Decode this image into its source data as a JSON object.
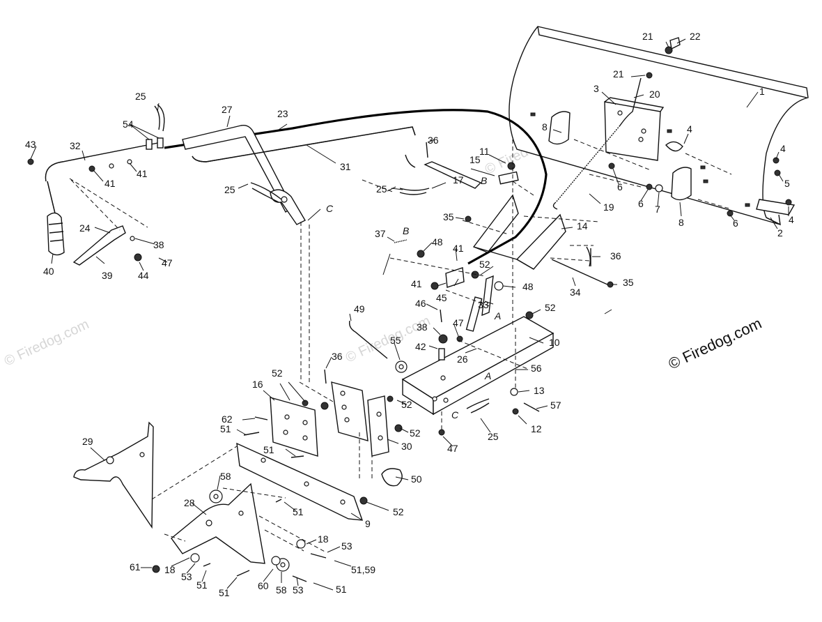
{
  "watermarks": [
    "© Firedog.com",
    "© Firedog.com",
    "© Firedog.com"
  ],
  "copyright": "© Firedog.com",
  "part_labels": [
    {
      "text": "1"
    },
    {
      "text": "2"
    },
    {
      "text": "3"
    },
    {
      "text": "4"
    },
    {
      "text": "4"
    },
    {
      "text": "4"
    },
    {
      "text": "5"
    },
    {
      "text": "6"
    },
    {
      "text": "6"
    },
    {
      "text": "6"
    },
    {
      "text": "7"
    },
    {
      "text": "8"
    },
    {
      "text": "8"
    },
    {
      "text": "9"
    },
    {
      "text": "10"
    },
    {
      "text": "11"
    },
    {
      "text": "12"
    },
    {
      "text": "13"
    },
    {
      "text": "14"
    },
    {
      "text": "15"
    },
    {
      "text": "16"
    },
    {
      "text": "17"
    },
    {
      "text": "18"
    },
    {
      "text": "18"
    },
    {
      "text": "19"
    },
    {
      "text": "20"
    },
    {
      "text": "21"
    },
    {
      "text": "21"
    },
    {
      "text": "22"
    },
    {
      "text": "23"
    },
    {
      "text": "24"
    },
    {
      "text": "25"
    },
    {
      "text": "25"
    },
    {
      "text": "25"
    },
    {
      "text": "25"
    },
    {
      "text": "26"
    },
    {
      "text": "27"
    },
    {
      "text": "28"
    },
    {
      "text": "29"
    },
    {
      "text": "30"
    },
    {
      "text": "31"
    },
    {
      "text": "32"
    },
    {
      "text": "33"
    },
    {
      "text": "34"
    },
    {
      "text": "35"
    },
    {
      "text": "35"
    },
    {
      "text": "36"
    },
    {
      "text": "36"
    },
    {
      "text": "36"
    },
    {
      "text": "37"
    },
    {
      "text": "38"
    },
    {
      "text": "38"
    },
    {
      "text": "39"
    },
    {
      "text": "40"
    },
    {
      "text": "41"
    },
    {
      "text": "41"
    },
    {
      "text": "41"
    },
    {
      "text": "41"
    },
    {
      "text": "42"
    },
    {
      "text": "43"
    },
    {
      "text": "44"
    },
    {
      "text": "45"
    },
    {
      "text": "46"
    },
    {
      "text": "47"
    },
    {
      "text": "47"
    },
    {
      "text": "47"
    },
    {
      "text": "48"
    },
    {
      "text": "48"
    },
    {
      "text": "49"
    },
    {
      "text": "50"
    },
    {
      "text": "51"
    },
    {
      "text": "51"
    },
    {
      "text": "51"
    },
    {
      "text": "51"
    },
    {
      "text": "51"
    },
    {
      "text": "51"
    },
    {
      "text": "51,59"
    },
    {
      "text": "52"
    },
    {
      "text": "52"
    },
    {
      "text": "52"
    },
    {
      "text": "52"
    },
    {
      "text": "52"
    },
    {
      "text": "52"
    },
    {
      "text": "53"
    },
    {
      "text": "53"
    },
    {
      "text": "53"
    },
    {
      "text": "54"
    },
    {
      "text": "55"
    },
    {
      "text": "56"
    },
    {
      "text": "57"
    },
    {
      "text": "58"
    },
    {
      "text": "58"
    },
    {
      "text": "60"
    },
    {
      "text": "61"
    },
    {
      "text": "62"
    }
  ],
  "reference_letters": [
    {
      "text": "A"
    },
    {
      "text": "A"
    },
    {
      "text": "B"
    },
    {
      "text": "B"
    },
    {
      "text": "C"
    },
    {
      "text": "C"
    }
  ]
}
